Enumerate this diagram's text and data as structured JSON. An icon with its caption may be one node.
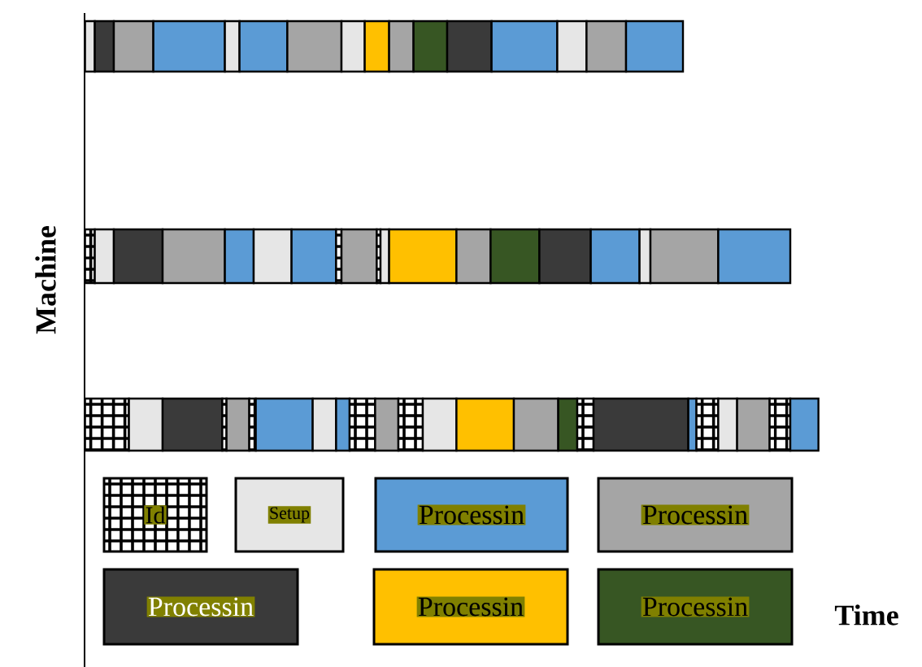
{
  "diagram": {
    "labels": [
      "Machine",
      "Time"
    ],
    "legend": [
      {
        "text": "Id"
      },
      {
        "text": "Setup",
        "color": "#e6e6e6"
      },
      {
        "text": "Processin",
        "color": "#5b9bd5"
      },
      {
        "text": "Processin",
        "color": "#a5a5a5"
      },
      {
        "text": "Processin",
        "color": "#3a3a3a"
      },
      {
        "text": "Processin",
        "color": "#ffc000"
      },
      {
        "text": "Processin",
        "color": "#375623"
      }
    ]
  }
}
